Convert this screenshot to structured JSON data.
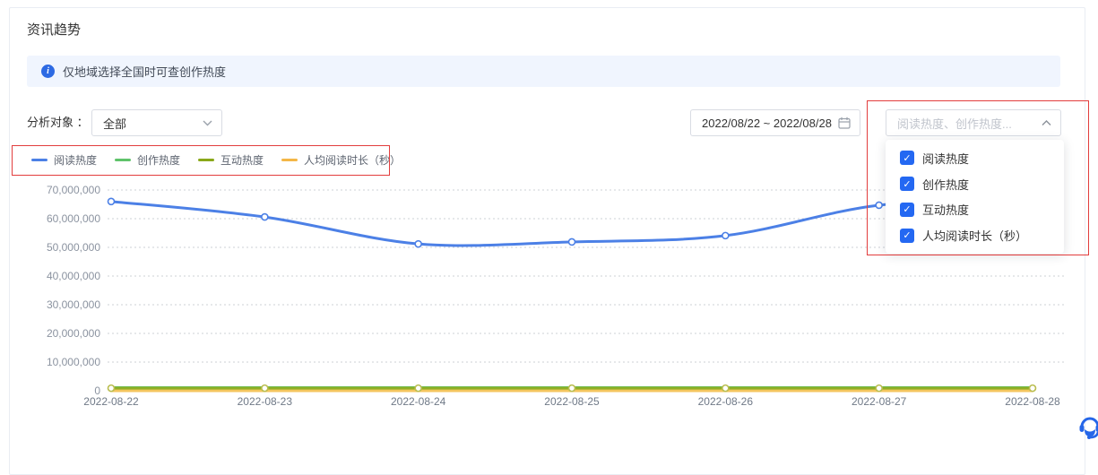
{
  "page": {
    "title": "资讯趋势"
  },
  "notice": {
    "icon": "info-icon",
    "text": "仅地域选择全国时可查创作热度"
  },
  "filters": {
    "analysis_label": "分析对象 ：",
    "analysis_value": "全部",
    "date_range": "2022/08/22 ~ 2022/08/28",
    "metric_placeholder": "阅读热度、创作热度...",
    "metric_options": [
      {
        "label": "阅读热度",
        "checked": true
      },
      {
        "label": "创作热度",
        "checked": true
      },
      {
        "label": "互动热度",
        "checked": true
      },
      {
        "label": "人均阅读时长（秒）",
        "checked": true
      }
    ]
  },
  "legend": {
    "items": [
      {
        "label": "阅读热度",
        "color": "#4c80e6"
      },
      {
        "label": "创作热度",
        "color": "#5fc36b"
      },
      {
        "label": "互动热度",
        "color": "#8aa81a"
      },
      {
        "label": "人均阅读时长（秒）",
        "color": "#f4b747"
      }
    ]
  },
  "chart_data": {
    "type": "line",
    "title": "资讯趋势",
    "categories": [
      "2022-08-22",
      "2022-08-23",
      "2022-08-24",
      "2022-08-25",
      "2022-08-26",
      "2022-08-27",
      "2022-08-28"
    ],
    "series": [
      {
        "name": "阅读热度",
        "color": "#4c80e6",
        "markers": true,
        "marker_color": "#4c80e6",
        "values": [
          66000000,
          60600000,
          51200000,
          51900000,
          54100000,
          64700000,
          66500000
        ]
      },
      {
        "name": "创作热度",
        "color": "#5fc36b",
        "markers": false,
        "values": [
          1100000,
          1100000,
          1100000,
          1100000,
          1100000,
          1100000,
          1100000
        ]
      },
      {
        "name": "互动热度",
        "color": "#8fae25",
        "markers": true,
        "marker_color": "#b9bd4e",
        "values": [
          900000,
          900000,
          900000,
          900000,
          900000,
          900000,
          900000
        ]
      },
      {
        "name": "人均阅读时长（秒）",
        "color": "#f4c65f",
        "markers": false,
        "values": [
          60,
          60,
          60,
          60,
          60,
          60,
          60
        ]
      }
    ],
    "ylim": [
      0,
      70000000
    ],
    "yticks": [
      0,
      10000000,
      20000000,
      30000000,
      40000000,
      50000000,
      60000000,
      70000000
    ],
    "grid": "horizontal-dotted",
    "legend_position": "top-left",
    "draw_order": [
      3,
      1,
      2,
      0
    ]
  },
  "annotations": {
    "highlight_color": "#e23d3d"
  },
  "icons": {
    "check": "✓",
    "info": "i"
  }
}
